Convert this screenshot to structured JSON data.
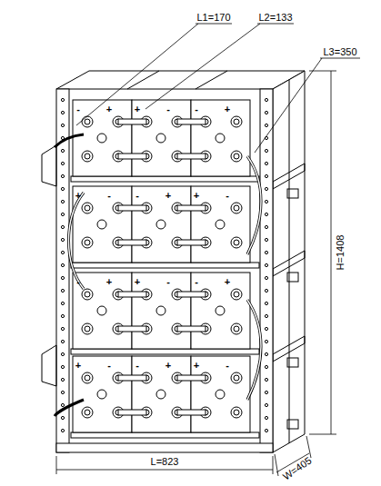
{
  "diagram": {
    "labels": [
      "L1=170",
      "L2=133",
      "L3=350",
      "H=1408",
      "L=823",
      "W=405",
      "-",
      "+",
      "+",
      "-",
      "-",
      "+",
      "+",
      "-",
      "-",
      "+",
      "+",
      "-",
      "-",
      "+",
      "+",
      "-",
      "-",
      "+",
      "+",
      "-",
      "-",
      "+",
      "+",
      "-"
    ]
  }
}
